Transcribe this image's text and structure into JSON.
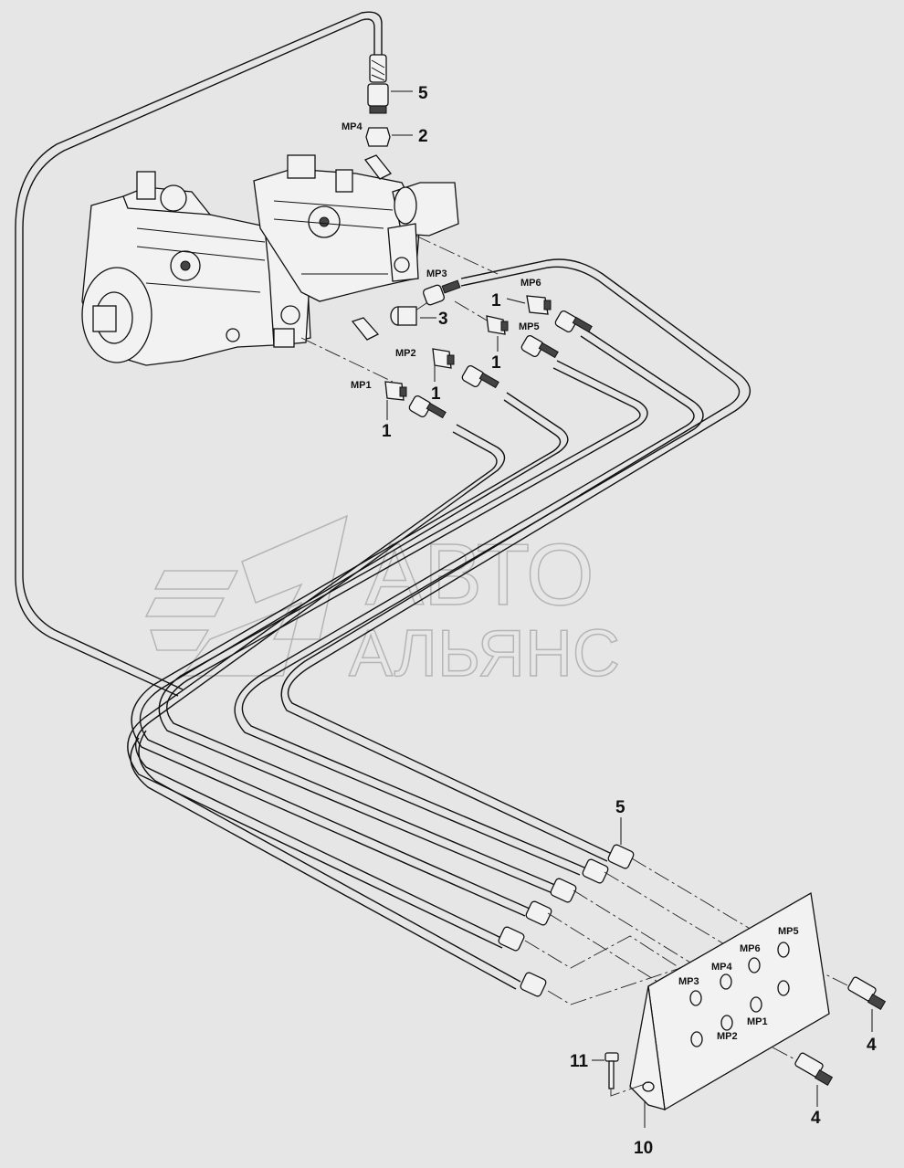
{
  "watermark": {
    "line1": "АВТО",
    "line2": "АЛЬЯНС"
  },
  "labels": {
    "item5_top": "5",
    "item2": "2",
    "item3": "3",
    "item1_a": "1",
    "item1_b": "1",
    "item1_c": "1",
    "item1_d": "1",
    "item5_bottom": "5",
    "item4_upper": "4",
    "item4_lower": "4",
    "item10": "10",
    "item11": "11"
  },
  "measuring_points": {
    "pump_mp1": "MP1",
    "pump_mp2": "MP2",
    "pump_mp3": "MP3",
    "pump_mp4": "MP4",
    "pump_mp5": "MP5",
    "pump_mp6": "MP6",
    "panel_mp1": "MP1",
    "panel_mp2": "MP2",
    "panel_mp3": "MP3",
    "panel_mp4": "MP4",
    "panel_mp5": "MP5",
    "panel_mp6": "MP6"
  }
}
